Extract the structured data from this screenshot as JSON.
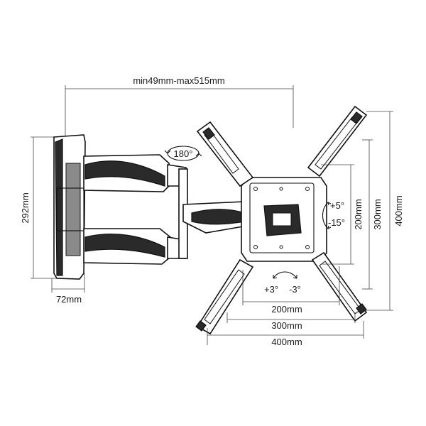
{
  "dimensions": {
    "extension": "min49mm-max515mm",
    "height": "292mm",
    "depth": "72mm",
    "vesa_v_200": "200mm",
    "vesa_v_300": "300mm",
    "vesa_v_400": "400mm",
    "vesa_h_200": "200mm",
    "vesa_h_300": "300mm",
    "vesa_h_400": "400mm"
  },
  "rotation": {
    "swivel": "180°",
    "tilt_up": "+5°",
    "tilt_down": "-15°",
    "level_plus": "+3°",
    "level_minus": "-3°"
  }
}
